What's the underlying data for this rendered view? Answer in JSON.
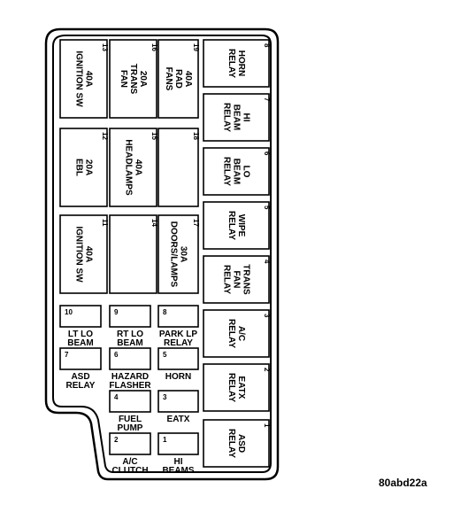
{
  "cavities": [
    {
      "id": "c13",
      "number": "13",
      "lines": [
        "40A",
        "IGNITION SW"
      ]
    },
    {
      "id": "c16",
      "number": "16",
      "lines": [
        "20A",
        "TRANS",
        "FAN"
      ]
    },
    {
      "id": "c19",
      "number": "19",
      "lines": [
        "40A",
        "RAD",
        "FANS"
      ]
    },
    {
      "id": "c12",
      "number": "12",
      "lines": [
        "20A",
        "EBL"
      ]
    },
    {
      "id": "c15",
      "number": "15",
      "lines": [
        "40A",
        "HEADLAMPS"
      ]
    },
    {
      "id": "c18",
      "number": "18",
      "lines": []
    },
    {
      "id": "c11",
      "number": "11",
      "lines": [
        "40A",
        "IGNITION SW"
      ]
    },
    {
      "id": "c14",
      "number": "14",
      "lines": []
    },
    {
      "id": "c17",
      "number": "17",
      "lines": [
        "30A",
        "DOORS/LAMPS"
      ]
    },
    {
      "id": "r8",
      "number": "8",
      "lines": [
        "HORN",
        "RELAY"
      ]
    },
    {
      "id": "r7",
      "number": "7",
      "lines": [
        "HI",
        "BEAM",
        "RELAY"
      ]
    },
    {
      "id": "r6",
      "number": "6",
      "lines": [
        "LO",
        "BEAM",
        "RELAY"
      ]
    },
    {
      "id": "r5",
      "number": "5",
      "lines": [
        "WIPE",
        "RELAY"
      ]
    },
    {
      "id": "r4",
      "number": "4",
      "lines": [
        "TRANS",
        "FAN",
        "RELAY"
      ]
    },
    {
      "id": "r3",
      "number": "3",
      "lines": [
        "A/C",
        "RELAY"
      ]
    },
    {
      "id": "r2",
      "number": "2",
      "lines": [
        "EATX",
        "RELAY"
      ]
    },
    {
      "id": "r1",
      "number": "1",
      "lines": [
        "ASD",
        "RELAY"
      ]
    }
  ],
  "small_fuses": [
    {
      "id": "s10",
      "number": "10",
      "label": [
        "LT LO",
        "BEAM"
      ]
    },
    {
      "id": "s9",
      "number": "9",
      "label": [
        "RT LO",
        "BEAM"
      ]
    },
    {
      "id": "s8",
      "number": "8",
      "label": [
        "PARK LP",
        "RELAY"
      ]
    },
    {
      "id": "s7",
      "number": "7",
      "label": [
        "ASD",
        "RELAY"
      ]
    },
    {
      "id": "s6",
      "number": "6",
      "label": [
        "HAZARD",
        "FLASHER"
      ]
    },
    {
      "id": "s5",
      "number": "5",
      "label": [
        "HORN"
      ]
    },
    {
      "id": "s4",
      "number": "4",
      "label": [
        "FUEL",
        "PUMP"
      ]
    },
    {
      "id": "s3",
      "number": "3",
      "label": [
        "EATX"
      ]
    },
    {
      "id": "s2",
      "number": "2",
      "label": [
        "A/C",
        "CLUTCH"
      ]
    },
    {
      "id": "s1",
      "number": "1",
      "label": [
        "HI",
        "BEAMS"
      ]
    }
  ],
  "figure_code": "80abd22a"
}
